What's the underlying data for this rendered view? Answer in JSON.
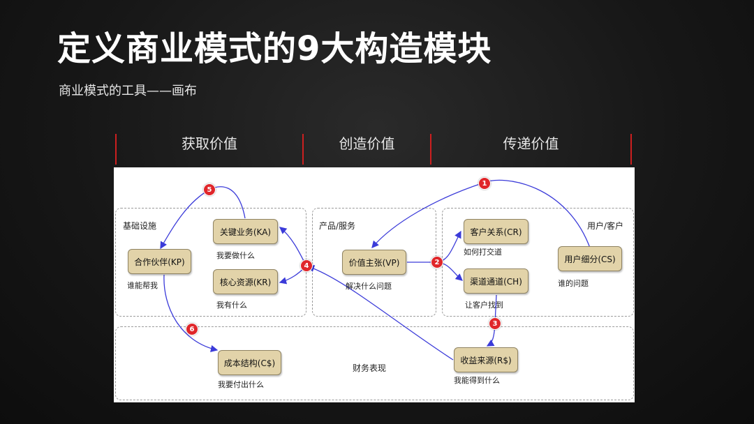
{
  "title": "定义商业模式的9大构造模块",
  "subtitle": "商业模式的工具——画布",
  "phases": [
    "获取价值",
    "创造价值",
    "传递价值"
  ],
  "zones": {
    "infrastructure": "基础设施",
    "product": "产品/服务",
    "customer": "用户/客户",
    "finance": "财务表现"
  },
  "blocks": {
    "kp": {
      "label": "合作伙伴(KP)",
      "caption": "谁能帮我"
    },
    "ka": {
      "label": "关键业务(KA)",
      "caption": "我要做什么"
    },
    "kr": {
      "label": "核心资源(KR)",
      "caption": "我有什么"
    },
    "vp": {
      "label": "价值主张(VP)",
      "caption": "解决什么问题"
    },
    "cr": {
      "label": "客户关系(CR)",
      "caption": "如何打交道"
    },
    "ch": {
      "label": "渠道通道(CH)",
      "caption": "让客户找到"
    },
    "cs": {
      "label": "用户细分(CS)",
      "caption": "谁的问题"
    },
    "cost": {
      "label": "成本结构(C$)",
      "caption": "我要付出什么"
    },
    "rev": {
      "label": "收益来源(R$)",
      "caption": "我能得到什么"
    }
  },
  "steps": [
    "1",
    "2",
    "3",
    "4",
    "5",
    "6"
  ],
  "colors": {
    "arrow": "#3b3bd9",
    "step": "#e0262a",
    "separator": "#cc1f1f",
    "block": "#e2d3a9"
  }
}
